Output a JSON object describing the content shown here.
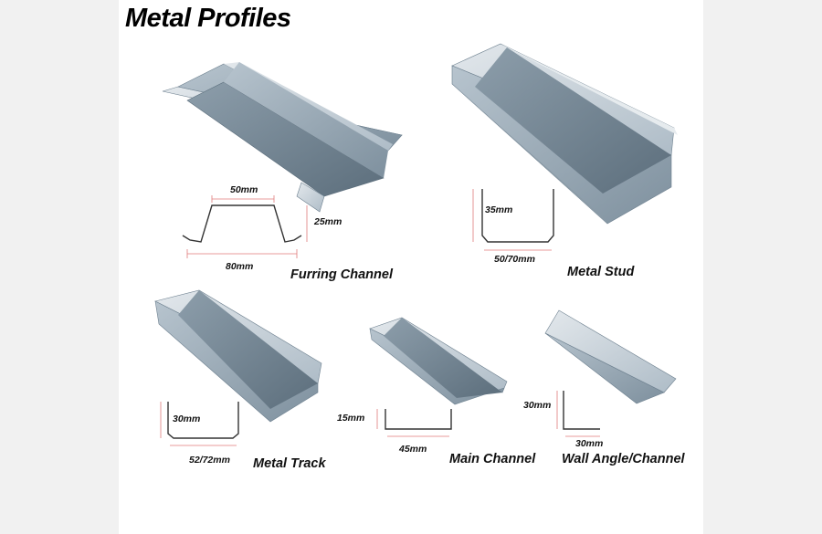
{
  "title": "Metal Profiles",
  "colors": {
    "metal_light": "#d4dbe1",
    "metal_mid": "#9fb0bd",
    "metal_dark": "#6c7f8e",
    "dim_line": "#e07a7a",
    "profile_line": "#333333"
  },
  "profiles": [
    {
      "name": "Furring Channel",
      "dims": [
        "50mm",
        "25mm",
        "80mm"
      ]
    },
    {
      "name": "Metal Stud",
      "dims": [
        "35mm",
        "50/70mm"
      ]
    },
    {
      "name": "Metal Track",
      "dims": [
        "30mm",
        "52/72mm"
      ]
    },
    {
      "name": "Main Channel",
      "dims": [
        "15mm",
        "45mm"
      ]
    },
    {
      "name": "Wall Angle/Channel",
      "dims": [
        "30mm",
        "30mm"
      ]
    }
  ]
}
